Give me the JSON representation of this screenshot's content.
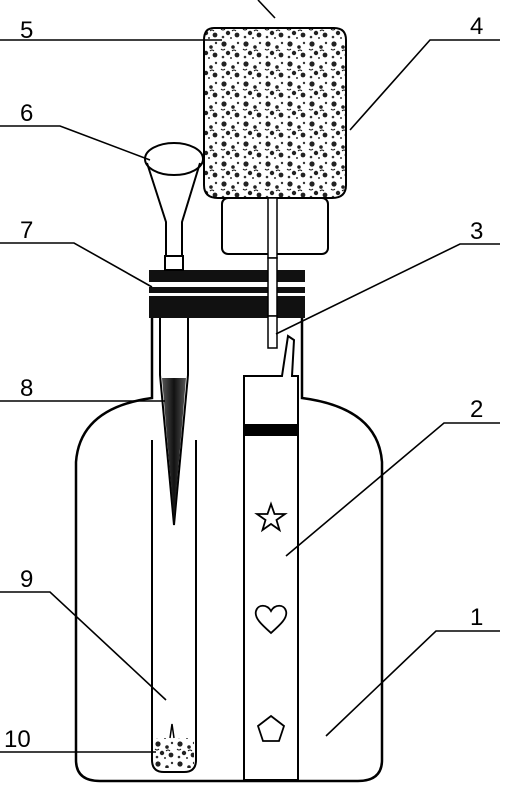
{
  "labels": {
    "n1": "1",
    "n2": "2",
    "n3": "3",
    "n4": "4",
    "n5": "5",
    "n6": "6",
    "n7": "7",
    "n8": "8",
    "n9": "9",
    "n10": "10"
  },
  "colors": {
    "ink": "#000000",
    "background": "#ffffff",
    "stopper": "#111111"
  },
  "icons": [
    "star-icon",
    "heart-icon",
    "pentagon-icon"
  ]
}
